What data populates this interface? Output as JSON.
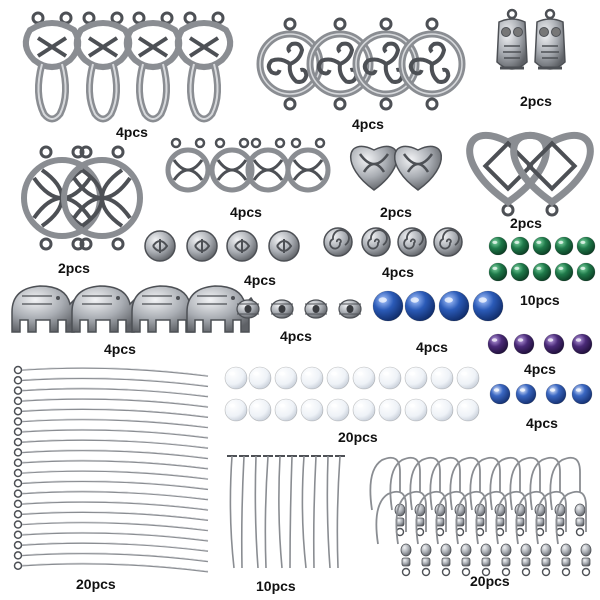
{
  "labels": {
    "celtic_knot_links": "4pcs",
    "triskele_links": "4pcs",
    "owl_charms": "2pcs",
    "round_knot_connectors": "2pcs",
    "small_knot_links": "4pcs",
    "heart_charms": "2pcs",
    "heart_knot_links": "2pcs",
    "knot_beads": "4pcs",
    "spiral_beads": "4pcs",
    "green_beads": "10pcs",
    "elephant_charms": "4pcs",
    "spacer_beads": "4pcs",
    "blue_beads_large": "4pcs",
    "purple_beads": "4pcs",
    "white_beads": "20pcs",
    "blue_beads_small": "4pcs",
    "eye_pins": "20pcs",
    "head_pins": "10pcs",
    "earring_hooks": "20pcs"
  },
  "colors": {
    "silver": "#b9bcc1",
    "silver_dark": "#6d7075",
    "green_bead": "#1f7a4a",
    "blue_bead": "#2b5bb8",
    "purple_bead": "#4a2a78",
    "white_bead": "#eef2f7"
  }
}
